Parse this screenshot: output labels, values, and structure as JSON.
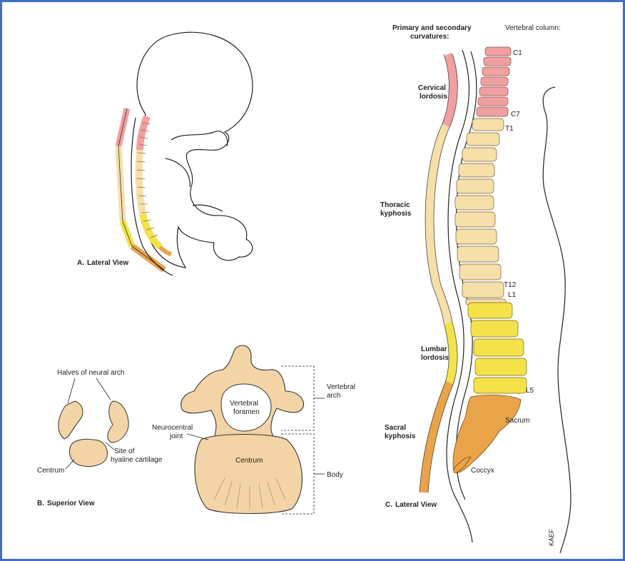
{
  "panel_a": {
    "caption_letter": "A.",
    "caption_text": "Lateral View"
  },
  "panel_b": {
    "caption_letter": "B.",
    "caption_text": "Superior View",
    "labels": {
      "halves": "Halves of neural arch",
      "centrum_small": "Centrum",
      "site_line1": "Site of",
      "site_line2": "hyaline cartilage",
      "neurocentral_line1": "Neurocentral",
      "neurocentral_line2": "joint",
      "foramen_line1": "Vertebral",
      "foramen_line2": "foramen",
      "centrum_large": "Centrum",
      "arch_line1": "Vertebral",
      "arch_line2": "arch",
      "body": "Body"
    }
  },
  "panel_c": {
    "caption_letter": "C.",
    "caption_text": "Lateral View",
    "curvatures_line1": "Primary and secondary",
    "curvatures_line2": "curvatures:",
    "column_title": "Vertebral column:",
    "curves": {
      "cervical_1": "Cervical",
      "cervical_2": "lordosis",
      "thoracic_1": "Thoracic",
      "thoracic_2": "kyphosis",
      "lumbar_1": "Lumbar",
      "lumbar_2": "lordosis",
      "sacral_1": "Sacral",
      "sacral_2": "kyphosis"
    },
    "levels": {
      "c1": "C1",
      "c7": "C7",
      "t1": "T1",
      "t12": "T12",
      "l1": "L1",
      "l5": "L5",
      "sacrum": "Sacrum",
      "coccyx": "Coccyx"
    },
    "signature": "KAEF"
  },
  "colors": {
    "frame": "#3f6fc0",
    "cervical": "#f0a0a0",
    "thoracic": "#f6dfa8",
    "lumbar": "#f3e24a",
    "sacral": "#e9a44a",
    "bone": "#f3d4a6"
  }
}
